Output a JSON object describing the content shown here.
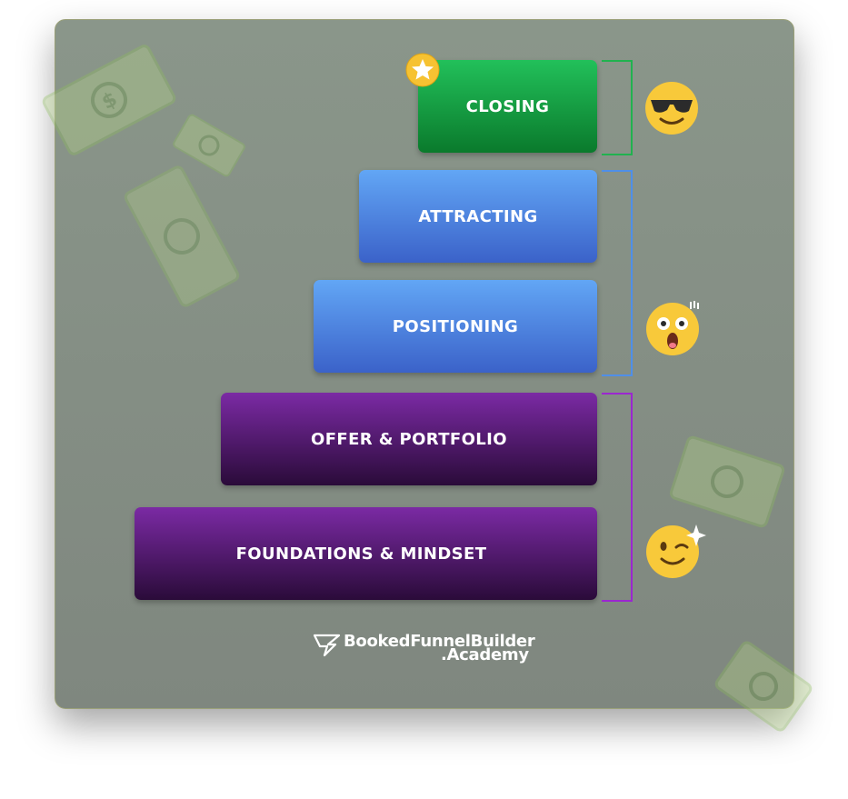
{
  "diagram": {
    "steps": [
      {
        "label": "CLOSING",
        "level": 5
      },
      {
        "label": "ATTRACTING",
        "level": 4
      },
      {
        "label": "POSITIONING",
        "level": 3
      },
      {
        "label": "OFFER & PORTFOLIO",
        "level": 2
      },
      {
        "label": "FOUNDATIONS & MINDSET",
        "level": 1
      }
    ],
    "groups": [
      {
        "color": "#21b24f",
        "emoji": "sunglasses-face"
      },
      {
        "color": "#4f8fe8",
        "emoji": "surprised-face"
      },
      {
        "color": "#9b27d0",
        "emoji": "winking-face"
      }
    ],
    "colors": {
      "green": "#17a046",
      "blue": "#4f84e0",
      "purple": "#5b1a7d",
      "background": "#858f85"
    }
  },
  "brand": {
    "name": "BookedFunnelBuilder",
    "suffix": ".Academy"
  }
}
